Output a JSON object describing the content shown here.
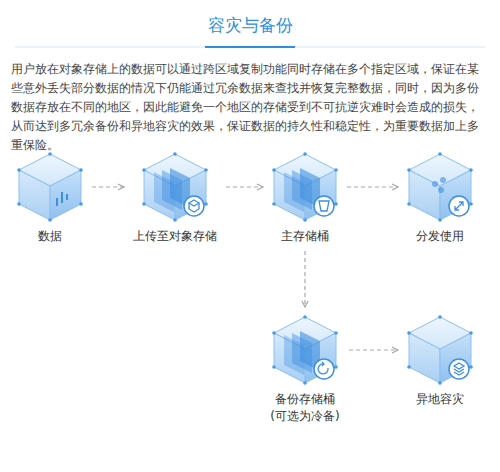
{
  "diagram": {
    "title": "容灾与备份",
    "nodes": [
      {
        "text": [
          "数据"
        ]
      },
      {
        "text": [
          "上传至对象存储"
        ]
      },
      {
        "text": [
          "主存储桶"
        ]
      },
      {
        "text": [
          "分发使用"
        ]
      },
      {
        "text": [
          "备份存储桶",
          "(可选为冷备)"
        ]
      },
      {
        "text": [
          "异地容灾"
        ]
      }
    ],
    "edges": [
      {
        "from": 0,
        "to": 1,
        "arrow": "to"
      },
      {
        "from": 1,
        "to": 2,
        "arrow": "to"
      },
      {
        "from": 2,
        "to": 3,
        "arrow": "to"
      },
      {
        "from": 2,
        "to": 4,
        "arrow": "to"
      },
      {
        "from": 4,
        "to": 5,
        "arrow": "to"
      }
    ],
    "labels": [
      "用户放在对象存储上的数据可以通过跨区域复制功能同时存储在多个指定区域，保证在某些意外丢失部分数据的情况下仍能通过冗余数据来查找并恢复完整数据，同时，因为多份数据存放在不同的地区，因此能避免一个地区的存储受到不可抗逆灾难时会造成的损失，从而达到多冗余备份和异地容灾的效果，保证数据的持久性和稳定性，为重要数据加上多重保险。"
    ]
  }
}
